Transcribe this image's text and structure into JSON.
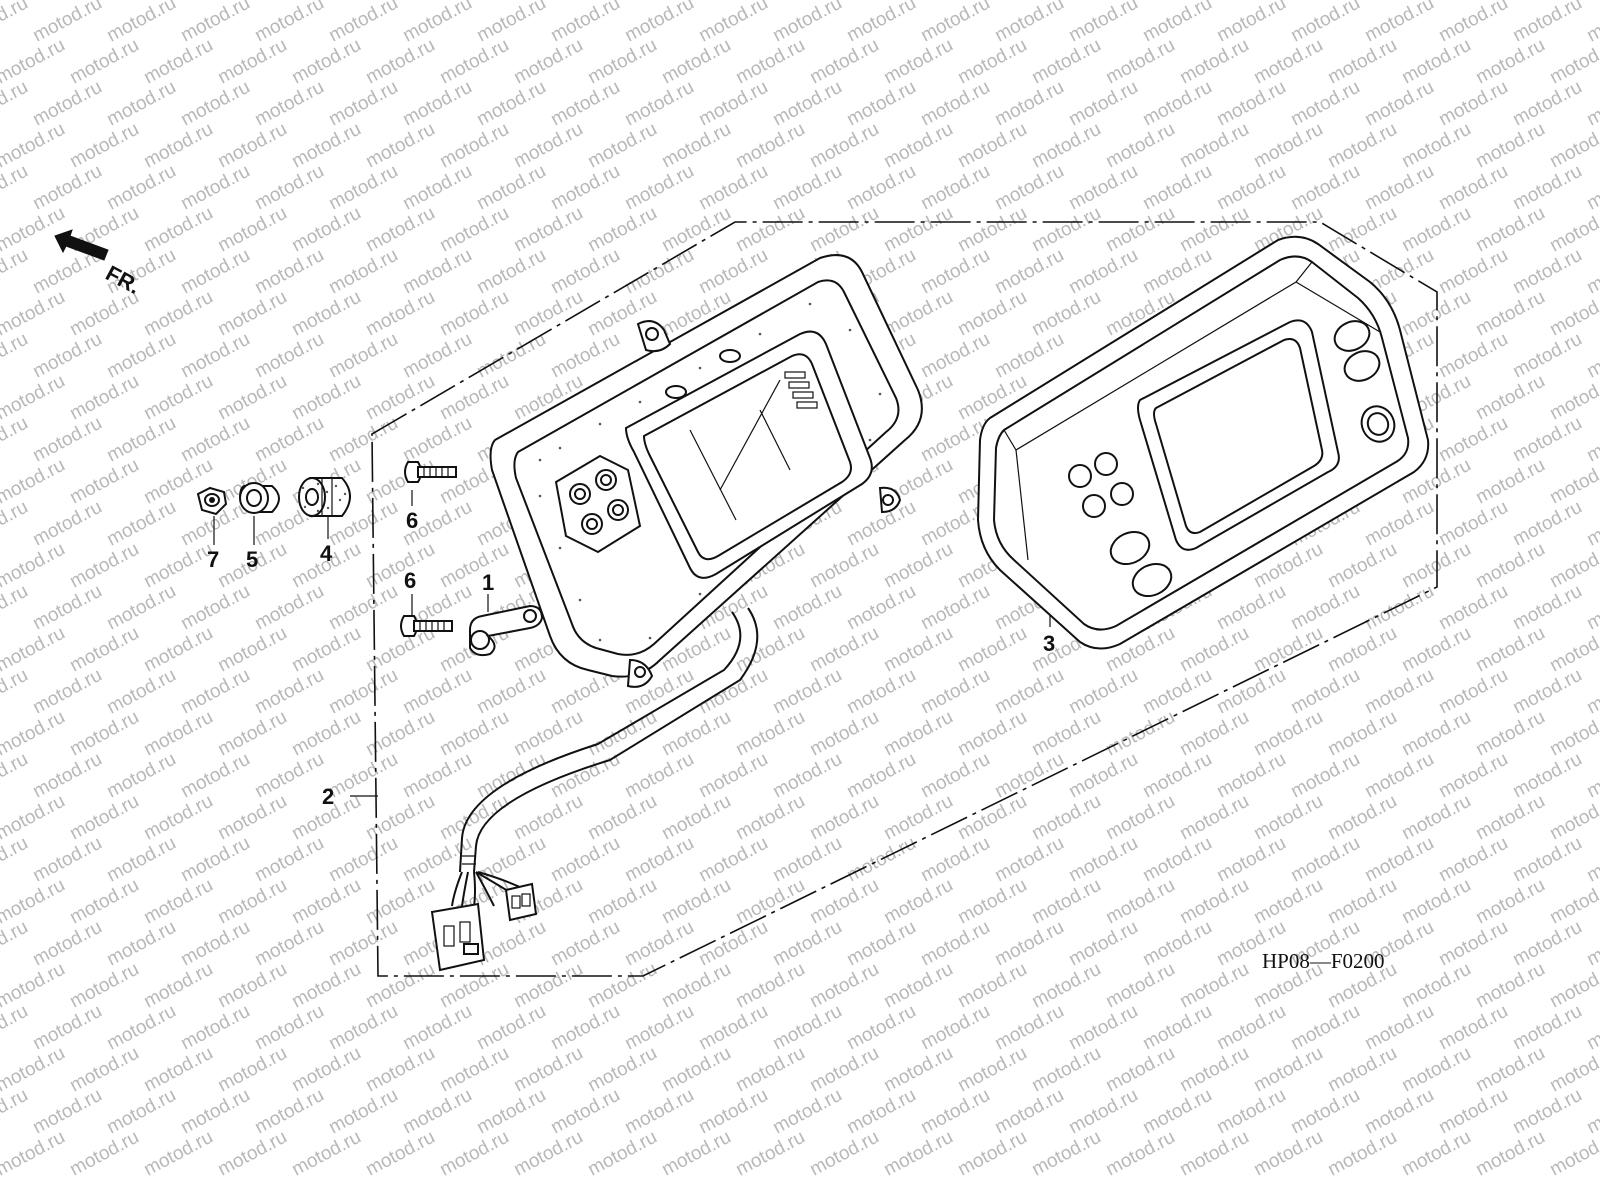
{
  "direction_label": "FR.",
  "diagram_code": "HP08—F0200",
  "watermark_text": "motod.ru",
  "callouts": [
    {
      "id": "1",
      "label": "1"
    },
    {
      "id": "2",
      "label": "2"
    },
    {
      "id": "3",
      "label": "3"
    },
    {
      "id": "4",
      "label": "4"
    },
    {
      "id": "5",
      "label": "5"
    },
    {
      "id": "6a",
      "label": "6"
    },
    {
      "id": "6b",
      "label": "6"
    },
    {
      "id": "7",
      "label": "7"
    }
  ],
  "colors": {
    "line": "#111111",
    "watermark": "#b8b8b8",
    "background": "#ffffff"
  }
}
